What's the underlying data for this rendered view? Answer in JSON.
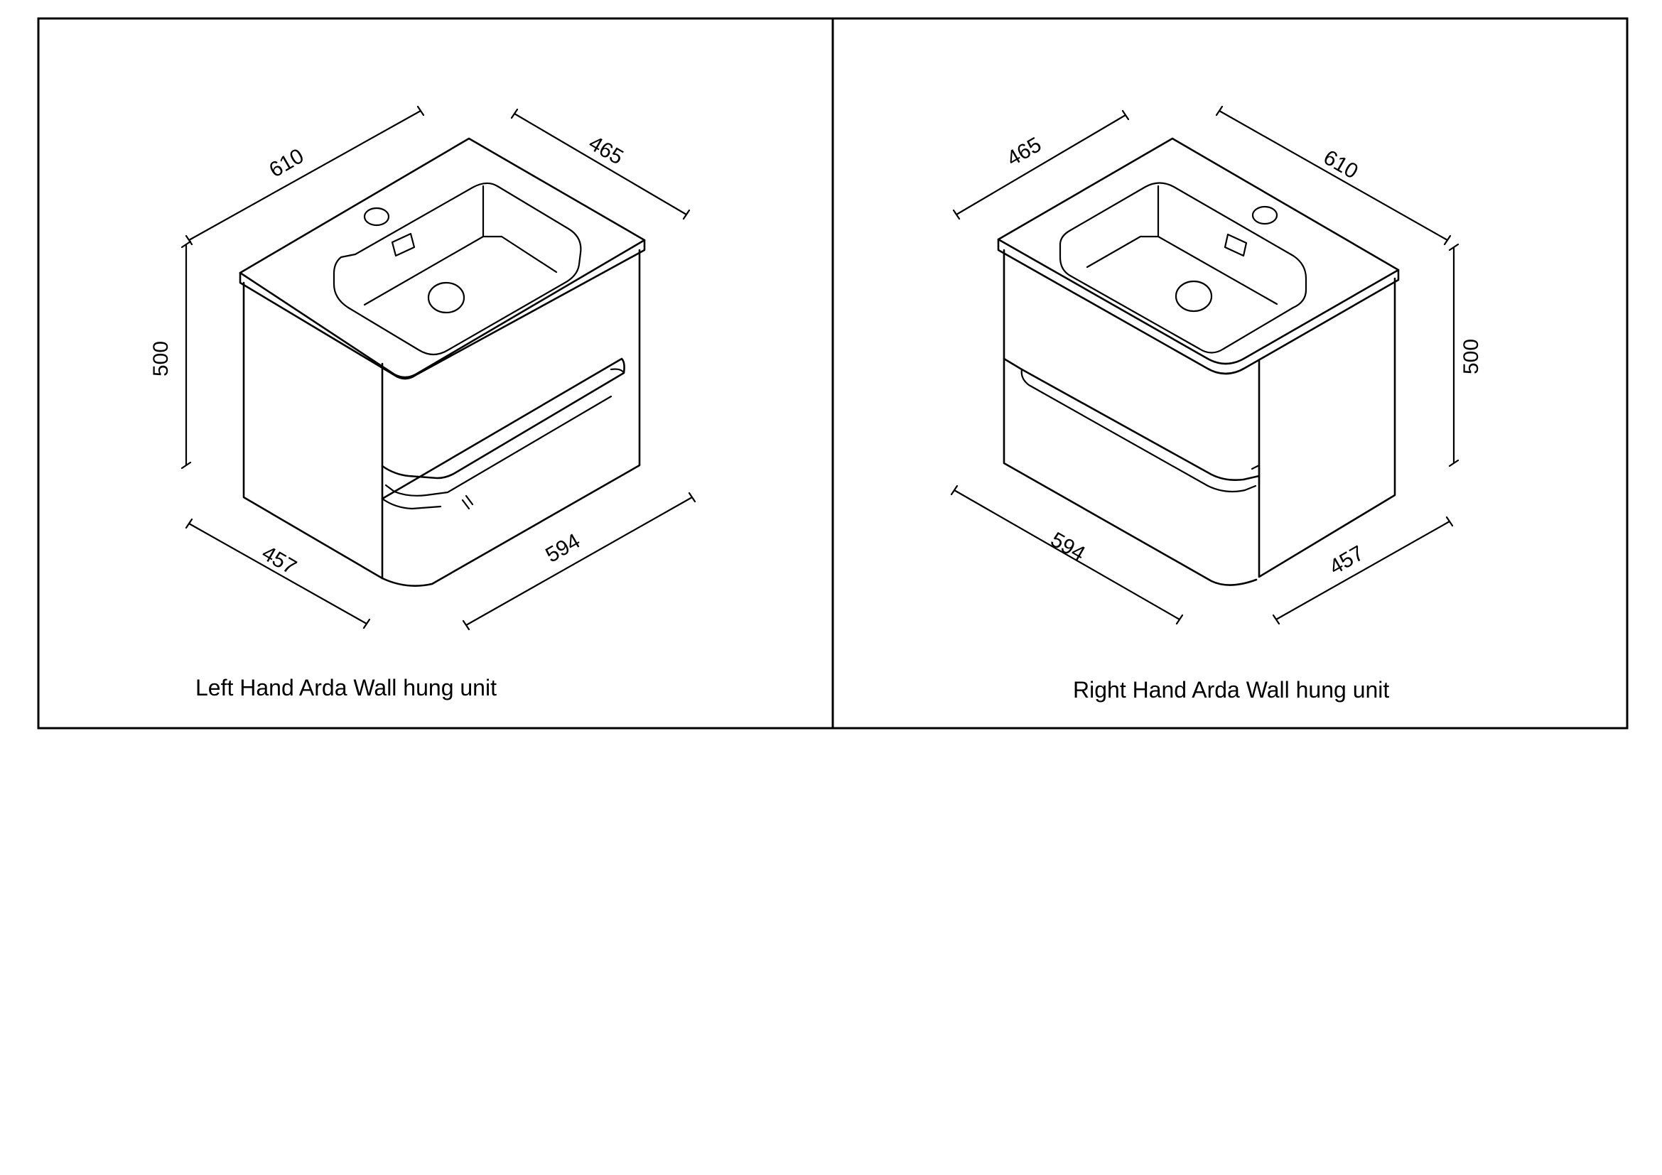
{
  "panels": [
    {
      "caption": "Left Hand Arda Wall hung unit",
      "dims": {
        "top_width": "610",
        "top_depth": "465",
        "height": "500",
        "base_depth": "457",
        "base_width": "594"
      }
    },
    {
      "caption": "Right Hand Arda Wall hung unit",
      "dims": {
        "top_width": "610",
        "top_depth": "465",
        "height": "500",
        "base_depth": "457",
        "base_width": "594"
      }
    }
  ]
}
